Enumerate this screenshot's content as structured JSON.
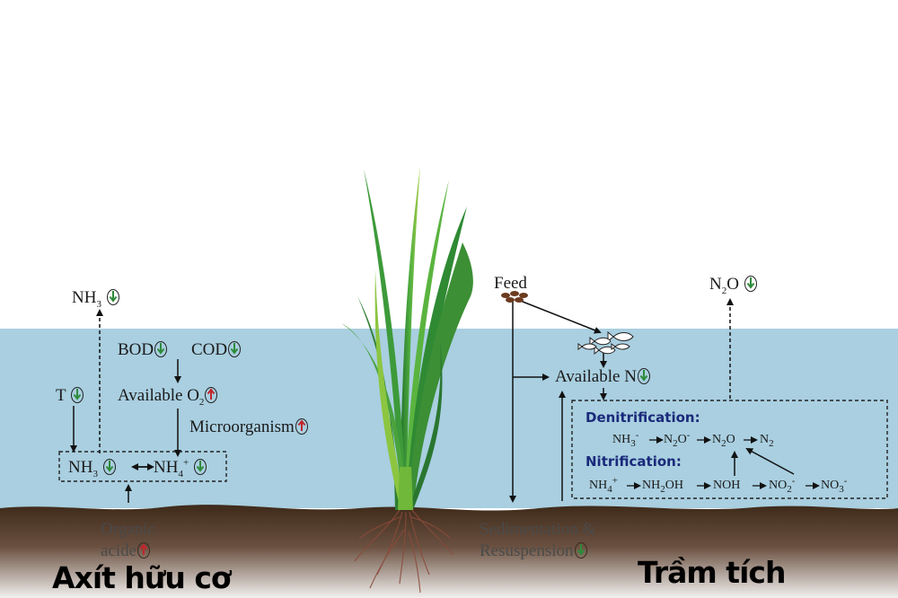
{
  "left": {
    "nh3_gas": "NH",
    "nh3_gas_sub": "3",
    "bod": "BOD",
    "cod": "COD",
    "t": "T",
    "available_o2": "Available  O",
    "available_o2_sub": "2",
    "microorganism": "Microorganism",
    "nh3_water": "NH",
    "nh3_water_sub": "3",
    "nh4": "NH",
    "nh4_sub": "4",
    "nh4_sup": "+",
    "organic_line1": "Organic",
    "organic_line2": "acide",
    "caption": "Axít hữu cơ"
  },
  "right": {
    "feed": "Feed",
    "n2o_gas": "N",
    "n2o_gas_sub": "2",
    "n2o_gas_tail": "O",
    "available_n": "Available  N",
    "denitrification": "Denitrification:",
    "nitrification": "Nitrification:",
    "denit_chain": [
      "NH3-",
      "N2O-",
      "N2O",
      "N2"
    ],
    "nit_chain": [
      "NH4+",
      "NH2OH",
      "NOH",
      "NO2-",
      "NO3-"
    ],
    "sed_line1": "Sedimentation &",
    "sed_line2": "Resuspension",
    "caption": "Trầm tích"
  },
  "indicators": {
    "decrease_color": "#2e8b3a",
    "increase_color": "#c0262b"
  },
  "colors": {
    "water": "#a9cfe0",
    "soil_top": "#3e2a1a",
    "soil_bottom": "#f2f0ef",
    "plant": "#3f9a3a",
    "dash_box": "#222222",
    "process_title": "#1a2a7a"
  }
}
